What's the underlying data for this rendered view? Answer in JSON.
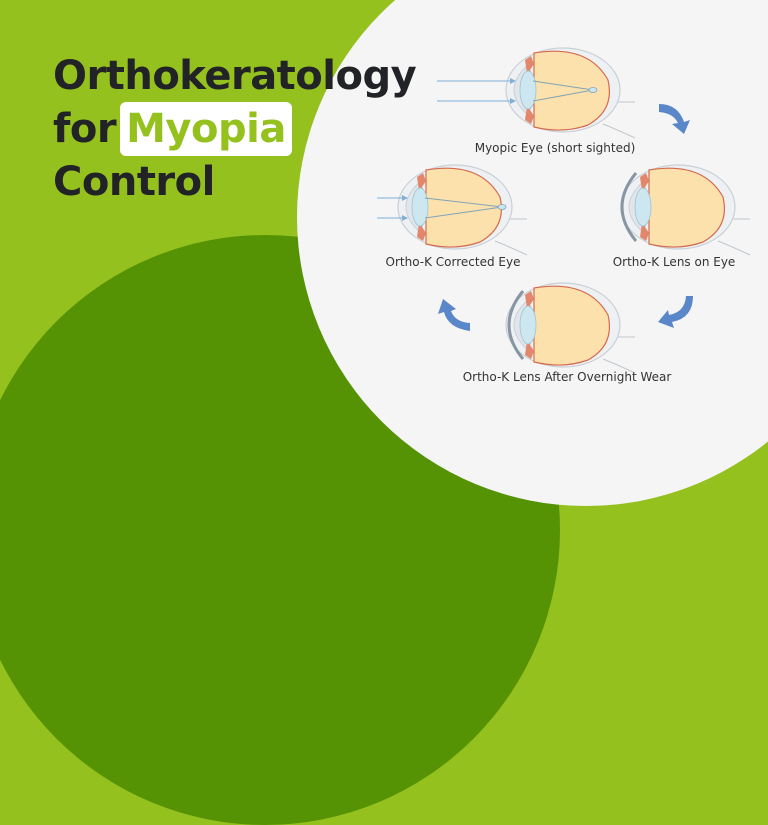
{
  "title": {
    "line1": "Orthokeratology",
    "line2_prefix": "for",
    "line2_highlight": "Myopia",
    "line3": "Control"
  },
  "diagram": {
    "stages": [
      {
        "id": "myopic",
        "label": "Myopic Eye (short sighted)"
      },
      {
        "id": "lens-on-eye",
        "label": "Ortho-K Lens on Eye"
      },
      {
        "id": "after-wear",
        "label": "Ortho-K Lens After Overnight Wear"
      },
      {
        "id": "corrected",
        "label": "Ortho-K Corrected Eye"
      }
    ],
    "arrows": [
      "arrow-down-right-icon",
      "arrow-down-left-icon",
      "arrow-up-left-icon"
    ]
  },
  "colors": {
    "lime_green": "#95c11f",
    "dark_green": "#569304",
    "panel": "#f5f5f5",
    "title_text": "#222326",
    "arrow_blue": "#5a87c9",
    "vitreous": "#fde1ad",
    "retina": "#d46a4f",
    "lens": "#cde7f0"
  }
}
